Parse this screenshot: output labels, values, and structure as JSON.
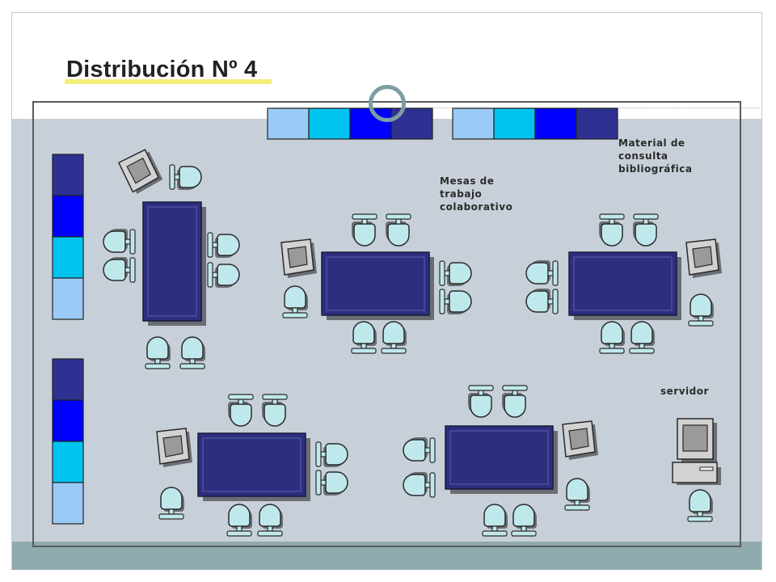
{
  "title": "Distribución Nº 4",
  "labels": {
    "mesas": "Mesas de\ntrabajo\ncolaborativo",
    "material": "Material de\nconsulta\nbibliográfica",
    "servidor": "servidor"
  },
  "colors": {
    "table_fill": "#2e2e7e",
    "chair_fill": "#bfe8ec",
    "shelf_navy": "#2e3192",
    "shelf_blue": "#0000ff",
    "shelf_cyan": "#00c4f0",
    "shelf_light": "#9acbf7",
    "monitor_fill": "#d2d2d2"
  },
  "furniture": {
    "shelf_colors_top": [
      "light",
      "cyan",
      "blue",
      "navy"
    ],
    "shelf_colors_side": [
      "navy",
      "blue",
      "cyan",
      "light"
    ],
    "icons": [
      "table-icon",
      "chair-icon",
      "computer-monitor-icon",
      "bookshelf-icon",
      "server-icon"
    ]
  }
}
